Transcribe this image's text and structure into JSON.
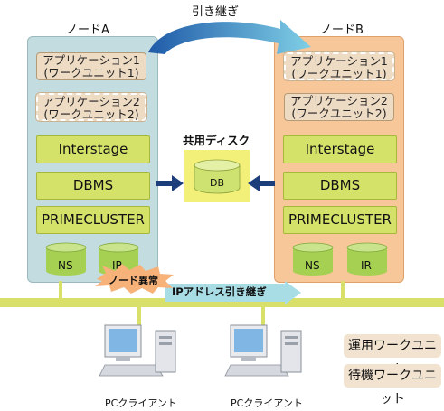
{
  "handover_label": "引き継ぎ",
  "shared_disk_label": "共用ディスク",
  "node_a": {
    "title": "ノードA",
    "app1": [
      "アプリケーション1",
      "(ワークユニット1)"
    ],
    "app2": [
      "アプリケーション2",
      "(ワークユニット2)"
    ],
    "interstage": "Interstage",
    "dbms": "DBMS",
    "primecluster": "PRIMECLUSTER",
    "disk_ns": "NS",
    "disk_ir": "IR"
  },
  "node_b": {
    "title": "ノードB",
    "app1": [
      "アプリケーション1",
      "(ワークユニット1)"
    ],
    "app2": [
      "アプリケーション2",
      "(ワークユニット2)"
    ],
    "interstage": "Interstage",
    "dbms": "DBMS",
    "primecluster": "PRIMECLUSTER",
    "disk_ns": "NS",
    "disk_ir": "IR"
  },
  "db_label": "DB",
  "node_failure_label": "ノード異常",
  "ip_takeover_label": "IPアドレス引き継ぎ",
  "clients": [
    "PCクライアント",
    "PCクライアント"
  ],
  "legend": {
    "active": "運用ワークユニット",
    "standby": "待機ワークユニット"
  },
  "colors": {
    "node_a_bg": "#c3dcdf",
    "node_b_bg": "#f7c79a",
    "component_green": "#d4e26a",
    "network_bar": "#d8e06a",
    "ip_arrow": "#a8dde6",
    "handover_arrow": "#2e74bd",
    "failure_burst": "#f7b27a",
    "disk_green": "#a6d052",
    "workunit_bg": "#eedbc4"
  }
}
